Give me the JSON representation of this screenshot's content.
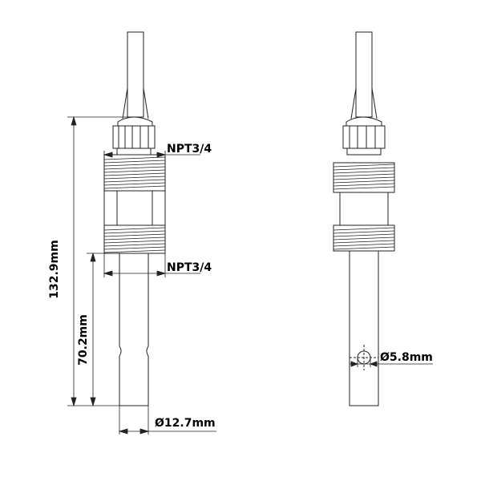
{
  "dimensions": {
    "overall_length": "132.9mm",
    "insertion_length": "70.2mm",
    "thread_top": "NPT3/4",
    "thread_bottom": "NPT3/4",
    "probe_diameter": "Ø12.7mm",
    "electrode_hole_diameter": "Ø5.8mm"
  }
}
